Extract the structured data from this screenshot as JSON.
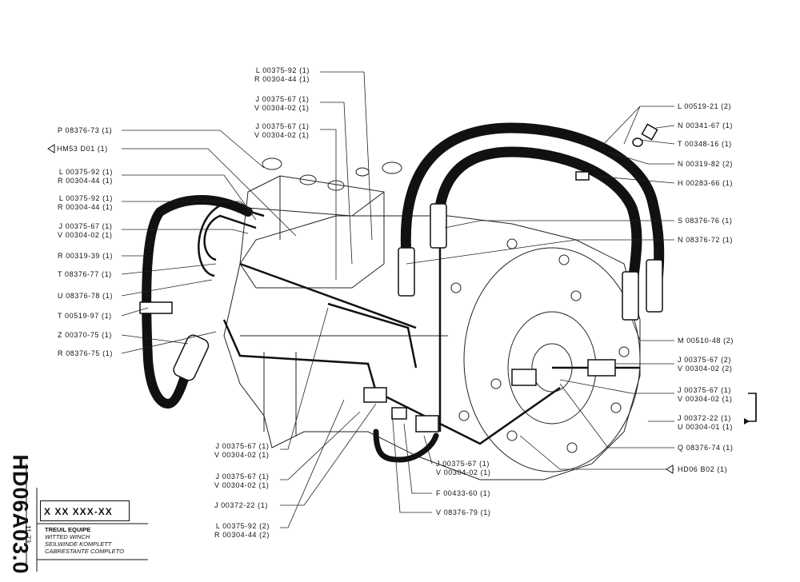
{
  "drawing": {
    "code": "HD06A03.0",
    "date": "11-73",
    "part_number": "X XX XXX-XX",
    "titles": [
      "TREUIL EQUIPE",
      "WITTED WINCH",
      "SEILWINDE KOMPLETT",
      "CABRESTANTE COMPLETO"
    ]
  },
  "left_labels": [
    {
      "lines": [
        "L 00375-92 (1)",
        "R 00304-44 (1)"
      ]
    },
    {
      "lines": [
        "J 00375-67 (1)",
        "V 00304-02 (1)"
      ]
    },
    {
      "lines": [
        "J 00375-67 (1)",
        "V 00304-02 (1)"
      ]
    },
    {
      "lines": [
        "P 08376-73 (1)"
      ]
    },
    {
      "lines": [
        "HM53 D01   (1)"
      ]
    },
    {
      "lines": [
        "L 00375-92 (1)",
        "R 00304-44 (1)"
      ]
    },
    {
      "lines": [
        "L 00375-92 (1)",
        "R 00304-44 (1)"
      ]
    },
    {
      "lines": [
        "J 00375-67 (1)",
        "V 00304-02 (1)"
      ]
    },
    {
      "lines": [
        "R 00319-39 (1)"
      ]
    },
    {
      "lines": [
        "T 08376-77 (1)"
      ]
    },
    {
      "lines": [
        "U 08376-78 (1)"
      ]
    },
    {
      "lines": [
        "T 00519-97 (1)"
      ]
    },
    {
      "lines": [
        "Z 00370-75 (1)"
      ]
    },
    {
      "lines": [
        "R 08376-75 (1)"
      ]
    },
    {
      "lines": [
        "J 00375-67 (1)",
        "V 00304-02 (1)"
      ]
    },
    {
      "lines": [
        "J 00375-67 (1)",
        "V 00304-02 (1)"
      ]
    },
    {
      "lines": [
        "J 00372-22 (1)"
      ]
    },
    {
      "lines": [
        "L 00375-92 (2)",
        "R 00304-44 (2)"
      ]
    }
  ],
  "right_labels": [
    {
      "lines": [
        "L 00519-21 (2)"
      ]
    },
    {
      "lines": [
        "N 00341-67 (1)"
      ]
    },
    {
      "lines": [
        "T 00348-16 (1)"
      ]
    },
    {
      "lines": [
        "N 00319-82 (2)"
      ]
    },
    {
      "lines": [
        "H 00283-66 (1)"
      ]
    },
    {
      "lines": [
        "S 08376-76 (1)"
      ]
    },
    {
      "lines": [
        "N 08376-72 (1)"
      ]
    },
    {
      "lines": [
        "M 00510-48 (2)"
      ]
    },
    {
      "lines": [
        "J 00375-67 (2)",
        "V 00304-02 (2)"
      ]
    },
    {
      "lines": [
        "J 00375-67 (1)",
        "V 00304-02 (1)"
      ]
    },
    {
      "lines": [
        "J 00372-22 (1)",
        "U 00304-01 (1)"
      ]
    },
    {
      "lines": [
        "Q 08376-74 (1)"
      ]
    },
    {
      "lines": [
        "HD06  B02   (1)"
      ]
    },
    {
      "lines": [
        "J 00375-67 (1)",
        "V 00304-02 (1)"
      ]
    },
    {
      "lines": [
        "F 00433-60 (1)"
      ]
    },
    {
      "lines": [
        "V 08376-79 (1)"
      ]
    }
  ]
}
